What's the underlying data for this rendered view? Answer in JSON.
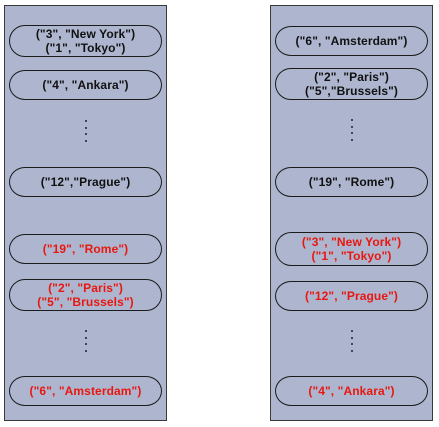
{
  "left_column": {
    "items": [
      {
        "lines": [
          "(\"3\", \"New York\")",
          "(\"1\", \"Tokyo\")"
        ],
        "color": "black"
      },
      {
        "lines": [
          "(\"4\", \"Ankara\")"
        ],
        "color": "black"
      },
      {
        "lines": [
          "(\"12\",\"Prague\")"
        ],
        "color": "black"
      },
      {
        "lines": [
          "(\"19\", \"Rome\")"
        ],
        "color": "red"
      },
      {
        "lines": [
          "(\"2\", \"Paris\")",
          "(\"5\", \"Brussels\")"
        ],
        "color": "red"
      },
      {
        "lines": [
          "(\"6\", \"Amsterdam\")"
        ],
        "color": "red"
      }
    ]
  },
  "right_column": {
    "items": [
      {
        "lines": [
          "(\"6\", \"Amsterdam\")"
        ],
        "color": "black"
      },
      {
        "lines": [
          "(\"2\", \"Paris\")",
          "(\"5\",\"Brussels\")"
        ],
        "color": "black"
      },
      {
        "lines": [
          "(\"19\", \"Rome\")"
        ],
        "color": "black"
      },
      {
        "lines": [
          "(\"3\", \"New York\")",
          "(\"1\", \"Tokyo\")"
        ],
        "color": "red"
      },
      {
        "lines": [
          "(\"12\", \"Prague\")"
        ],
        "color": "red"
      },
      {
        "lines": [
          "(\"4\", \"Ankara\")"
        ],
        "color": "red"
      }
    ]
  },
  "colors": {
    "column_fill": "#aeb6cf",
    "black_text": "#111111",
    "red_text": "#e8170f"
  }
}
